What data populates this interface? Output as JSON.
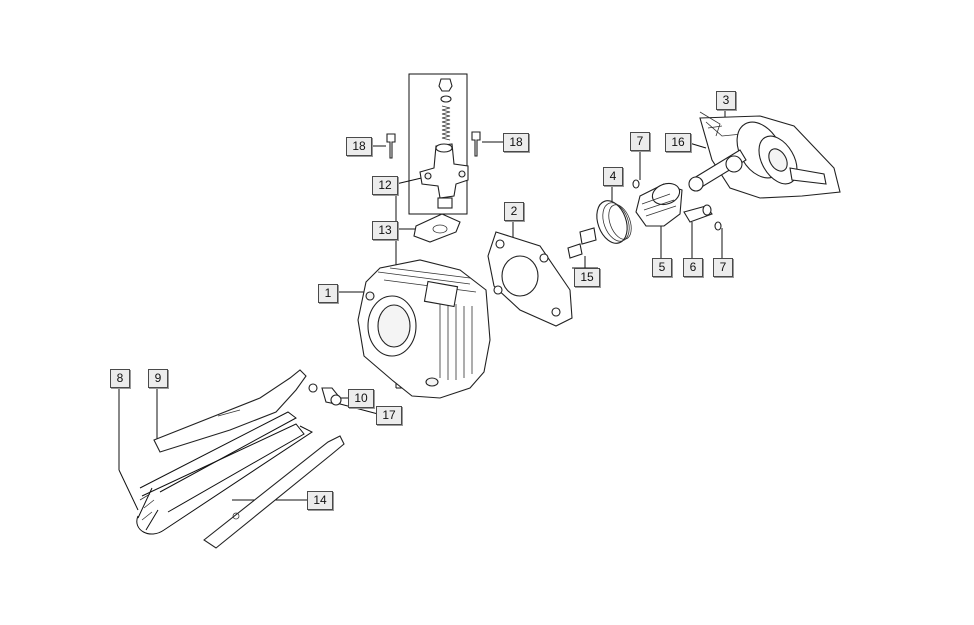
{
  "diagram": {
    "callouts": [
      {
        "id": "1",
        "label": "1"
      },
      {
        "id": "2",
        "label": "2"
      },
      {
        "id": "3",
        "label": "3"
      },
      {
        "id": "4",
        "label": "4"
      },
      {
        "id": "5",
        "label": "5"
      },
      {
        "id": "6",
        "label": "6"
      },
      {
        "id": "7a",
        "label": "7"
      },
      {
        "id": "7b",
        "label": "7"
      },
      {
        "id": "8",
        "label": "8"
      },
      {
        "id": "9",
        "label": "9"
      },
      {
        "id": "10",
        "label": "10"
      },
      {
        "id": "12",
        "label": "12"
      },
      {
        "id": "13",
        "label": "13"
      },
      {
        "id": "14",
        "label": "14"
      },
      {
        "id": "15",
        "label": "15"
      },
      {
        "id": "16",
        "label": "16"
      },
      {
        "id": "17",
        "label": "17"
      },
      {
        "id": "18a",
        "label": "18"
      },
      {
        "id": "18b",
        "label": "18"
      }
    ]
  }
}
